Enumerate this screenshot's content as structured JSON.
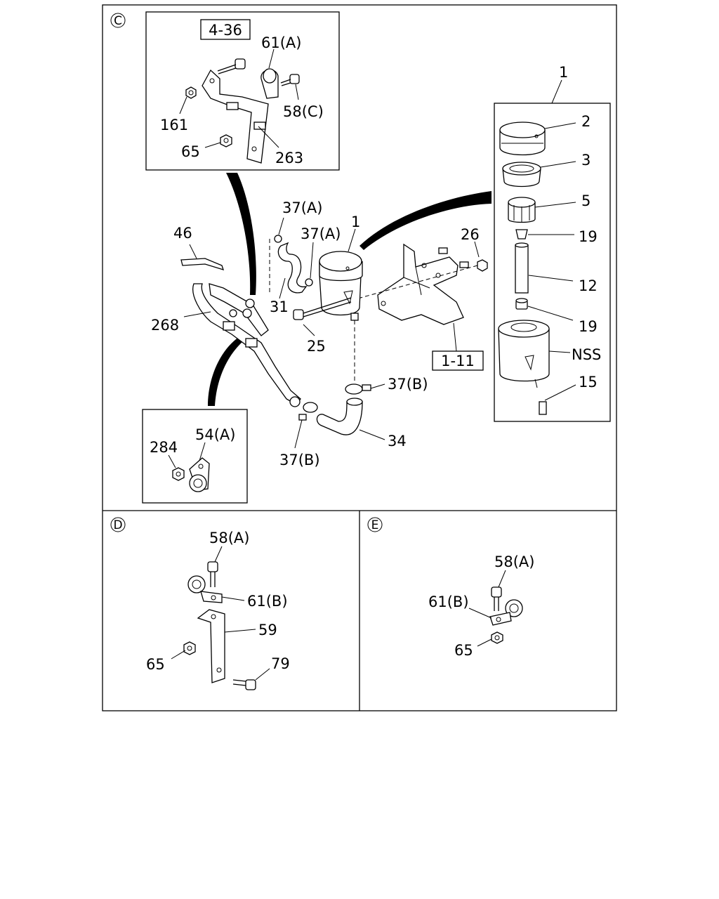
{
  "sections": {
    "c": {
      "mark": "C"
    },
    "d": {
      "mark": "D"
    },
    "e": {
      "mark": "E"
    }
  },
  "refs": {
    "ref_4_36": "4-36",
    "ref_1_11": "1-11"
  },
  "labels": {
    "c_61a": "61(A)",
    "c_58c": "58(C)",
    "c_161": "161",
    "c_65": "65",
    "c_263": "263",
    "c_1_kit": "1",
    "c_2": "2",
    "c_3": "3",
    "c_5": "5",
    "c_19a": "19",
    "c_12": "12",
    "c_19b": "19",
    "c_nss": "NSS",
    "c_15": "15",
    "c_37a_1": "37(A)",
    "c_37a_2": "37(A)",
    "c_1_tank": "1",
    "c_26": "26",
    "c_46": "46",
    "c_31": "31",
    "c_268": "268",
    "c_25": "25",
    "c_37b_1": "37(B)",
    "c_34": "34",
    "c_37b_2": "37(B)",
    "c_284": "284",
    "c_54a": "54(A)",
    "d_58a": "58(A)",
    "d_61b": "61(B)",
    "d_59": "59",
    "d_65": "65",
    "d_79": "79",
    "e_58a": "58(A)",
    "e_61b": "61(B)",
    "e_65": "65"
  }
}
